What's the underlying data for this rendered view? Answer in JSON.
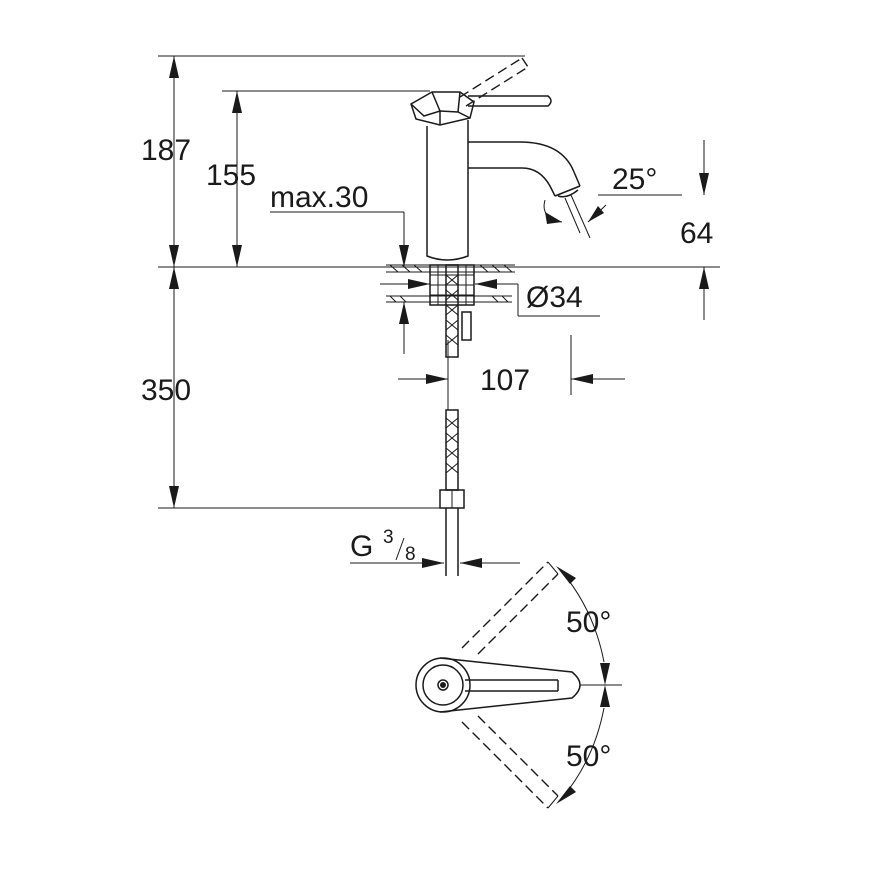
{
  "dimensions": {
    "total_height": "187",
    "lever_height": "155",
    "max_deck": "max.30",
    "spout_angle": "25°",
    "spout_height": "64",
    "base_diameter": "Ø34",
    "projection": "107",
    "hose_length": "350",
    "connection_g": "G",
    "connection_num": "3",
    "connection_den": "8",
    "lever_angle_back": "50°",
    "lever_angle_front": "50°"
  }
}
